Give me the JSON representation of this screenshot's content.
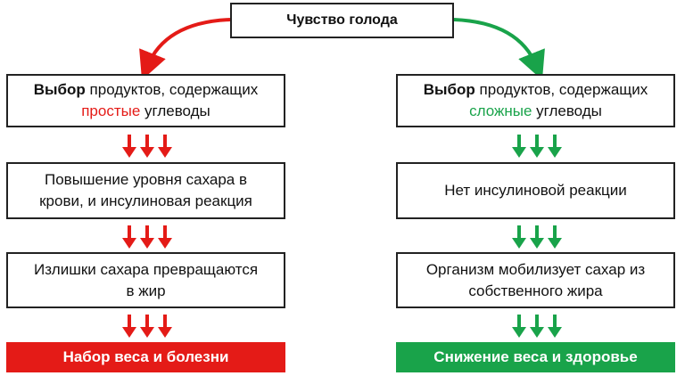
{
  "top": {
    "label": "Чувство голода"
  },
  "left": {
    "color": "#e41b17",
    "box1": {
      "bold": "Выбор",
      "text1": " продуктов, содержащих",
      "highlight": "простые",
      "text2": " углеводы"
    },
    "box2": {
      "line1": "Повышение уровня сахара в",
      "line2": "крови, и инсулиновая реакция"
    },
    "box3": {
      "line1": "Излишки сахара превращаются",
      "line2": "в жир"
    },
    "result": "Набор веса и болезни"
  },
  "right": {
    "color": "#19a34a",
    "box1": {
      "bold": "Выбор",
      "text1": " продуктов, содержащих",
      "highlight": "сложные",
      "text2": " углеводы"
    },
    "box2": {
      "line1": "Нет инсулиновой реакции"
    },
    "box3": {
      "line1": "Организм мобилизует сахар из",
      "line2": "собственного жира"
    },
    "result": "Снижение веса и здоровье"
  }
}
